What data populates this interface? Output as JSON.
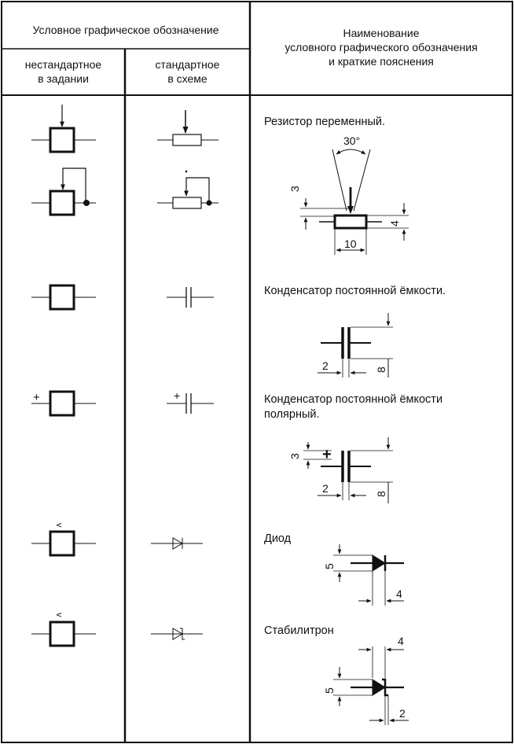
{
  "header": {
    "col_symbol": "Условное графическое обозначение",
    "col_nonstandard": [
      "нестандартное",
      "в задании"
    ],
    "col_standard": [
      "стандартное",
      "в схеме"
    ],
    "col_name": [
      "Наименование",
      "условного графического обозначения",
      "и краткие пояснения"
    ]
  },
  "rows": [
    {
      "name": "Резистор переменный.",
      "dims": {
        "angle": "30°",
        "height": "3",
        "width": "10",
        "thickness": "4"
      }
    },
    {
      "name": "Конденсатор постоянной ёмкости.",
      "dims": {
        "gap": "2",
        "height": "8"
      }
    },
    {
      "name": [
        "Конденсатор постоянной ёмкости",
        "полярный."
      ],
      "dims": {
        "plus": "3",
        "gap": "2",
        "height": "8"
      }
    },
    {
      "name": "Диод",
      "dims": {
        "height": "5",
        "width": "4"
      }
    },
    {
      "name": "Стабилитрон",
      "dims": {
        "width": "4",
        "height": "5",
        "tail": "2"
      }
    }
  ],
  "symbols": {
    "plus_sign": "+",
    "mark_v": "v"
  }
}
